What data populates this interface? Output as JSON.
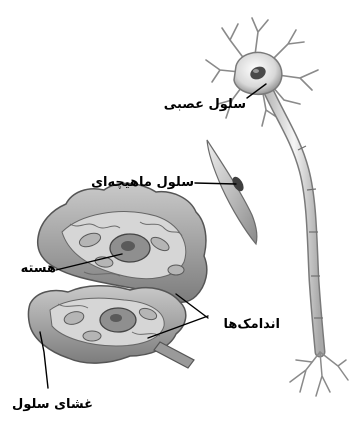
{
  "labels": {
    "nerve_cell": "سلول عصبی",
    "muscle_cell": "سلول ماهیچه‌ای",
    "nucleus": "هسته",
    "organelles": "اندامک‌ها",
    "cell_membrane": "غشای سلول"
  }
}
